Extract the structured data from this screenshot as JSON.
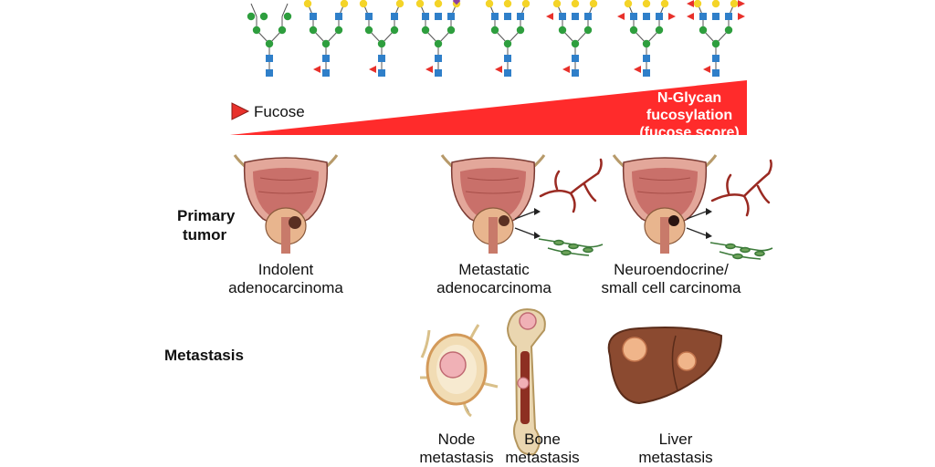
{
  "legend": {
    "fucose_label": "Fucose"
  },
  "wedge": {
    "label_lines": [
      "N-Glycan",
      "fucosylation",
      "(fucose score)"
    ]
  },
  "row_labels": {
    "primary_tumor": [
      "Primary",
      "tumor"
    ],
    "metastasis": "Metastasis"
  },
  "primary_tumors": [
    {
      "lines": [
        "Indolent",
        "adenocarcinoma"
      ]
    },
    {
      "lines": [
        "Metastatic",
        "adenocarcinoma"
      ]
    },
    {
      "lines": [
        "Neuroendocrine/",
        "small cell carcinoma"
      ]
    }
  ],
  "metastases": [
    {
      "lines": [
        "Node",
        "metastasis"
      ]
    },
    {
      "lines": [
        "Bone",
        "metastasis"
      ]
    },
    {
      "lines": [
        "Liver",
        "metastasis"
      ]
    }
  ],
  "colors": {
    "fucose": "#e8312b",
    "wedge": "#ff2b2b",
    "galactose": "#f4d428",
    "mannose": "#2e9e3e",
    "glcnac": "#2f7fc9",
    "sialic_acid": "#8b3fa0",
    "prostate_tissue": "#c9706a",
    "tumor": "#5a2f22"
  }
}
